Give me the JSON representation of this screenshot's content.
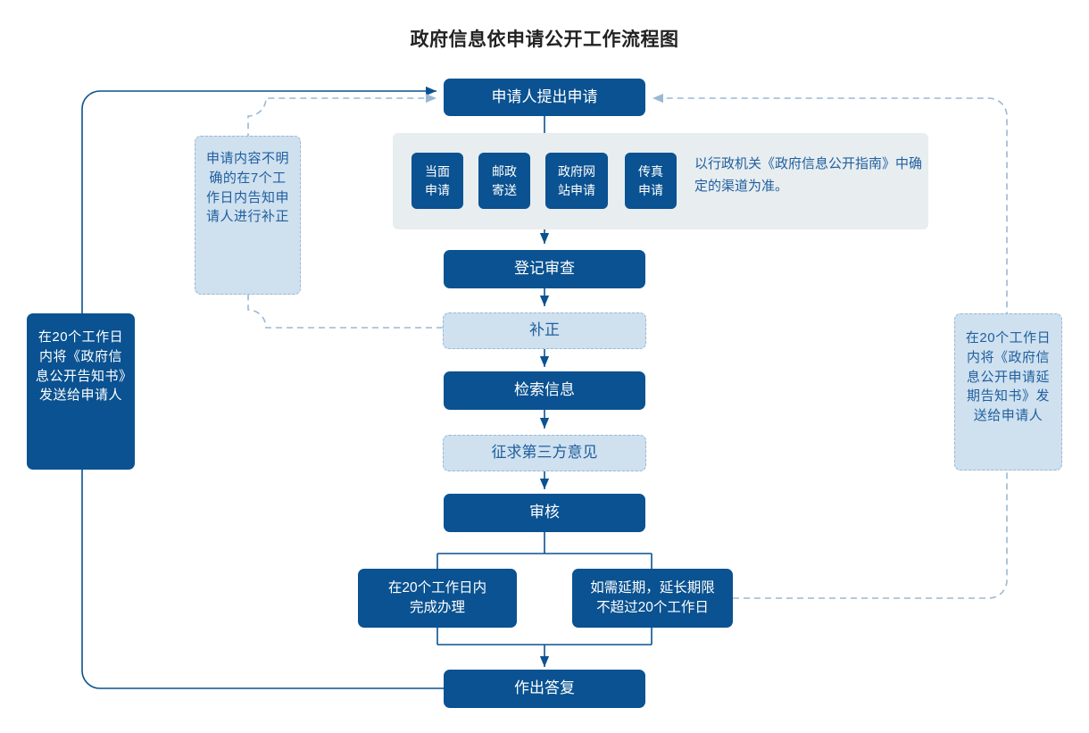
{
  "title": "政府信息依申请公开工作流程图",
  "colors": {
    "solid_fill": "#0a5291",
    "light_fill": "#cfe0ef",
    "panel_fill": "#e8edf0",
    "line_solid": "#0a5291",
    "line_dashed": "#9ab8d4",
    "light_text": "#1f5f9e",
    "title_text": "#222222"
  },
  "nodes": {
    "start": "申请人提出申请",
    "channels": [
      "当面\n申请",
      "邮政\n寄送",
      "政府网\n站申请",
      "传真\n申请"
    ],
    "channel_note": "以行政机关《政府信息公开指南》中确定的渠道为准。",
    "register": "登记审查",
    "supplement": "补正",
    "retrieve": "检索信息",
    "third_party": "征求第三方意见",
    "review": "审核",
    "branch_normal": "在20个工作日内\n完成办理",
    "branch_delay": "如需延期，延长期限\n不超过20个工作日",
    "reply": "作出答复",
    "note_left_dashed": "申请内容不明确的在7个工作日内告知申请人进行补正",
    "note_left_solid": "在20个工作日内将《政府信息公开告知书》发送给申请人",
    "note_right_light": "在20个工作日内将《政府信息公开申请延期告知书》发送给申请人"
  }
}
